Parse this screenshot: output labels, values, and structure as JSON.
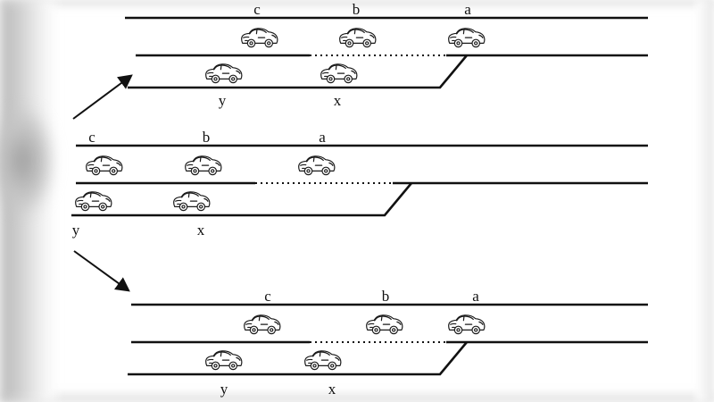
{
  "figure": {
    "title": "",
    "description": "Three stacked road-merge diagrams showing cars labelled a, b, c on the main lane and x, y on the merging lane",
    "panels": [
      {
        "name": "panel-top",
        "main_lane_labels": [
          "c",
          "b",
          "a"
        ],
        "merge_lane_labels": [
          "y",
          "x"
        ],
        "cars_main": 3,
        "cars_merge": 2,
        "dotted_gap": true
      },
      {
        "name": "panel-middle",
        "main_lane_labels": [
          "c",
          "b",
          "a"
        ],
        "merge_lane_labels": [
          "y",
          "x"
        ],
        "cars_main": 3,
        "cars_merge": 2,
        "dotted_gap": true
      },
      {
        "name": "panel-bottom",
        "main_lane_labels": [
          "c",
          "b",
          "a"
        ],
        "merge_lane_labels": [
          "y",
          "x"
        ],
        "cars_main": 3,
        "cars_merge": 2,
        "dotted_gap": true
      }
    ],
    "arrows": [
      {
        "name": "arrow-up",
        "direction": "up-right"
      },
      {
        "name": "arrow-down",
        "direction": "down-right"
      }
    ],
    "colors": {
      "line": "#111111",
      "car_outline": "#1a1a1a",
      "background": "#ffffff",
      "page_edge": "#c4c4c4"
    }
  }
}
